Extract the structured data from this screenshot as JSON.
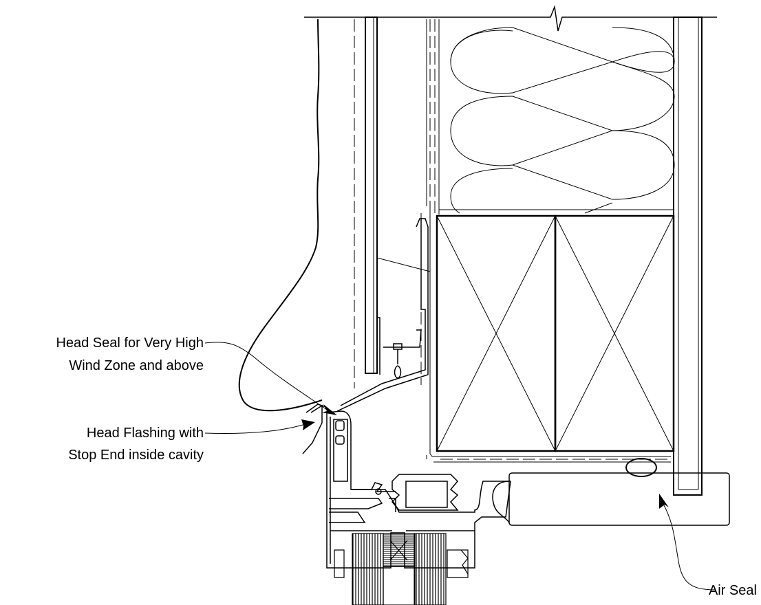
{
  "callouts": {
    "head_seal_line1": "Head Seal for Very High",
    "head_seal_line2": "Wind Zone and above",
    "head_flashing_line1": "Head Flashing with",
    "head_flashing_line2": "Stop End inside cavity",
    "air_seal": "Air Seal"
  },
  "colors": {
    "line": "#000000",
    "background": "#ffffff"
  }
}
